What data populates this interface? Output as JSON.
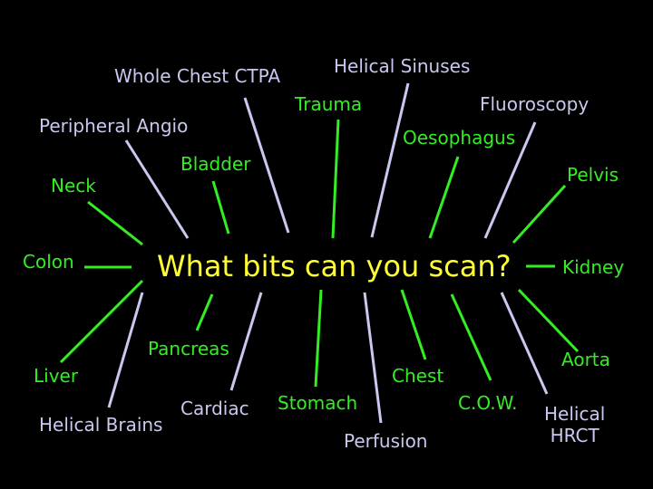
{
  "center_title": "What bits can you scan?",
  "colors": {
    "background": "#000000",
    "title": "#ffff33",
    "green": "#33ee22",
    "lavender": "#c8c8f0"
  },
  "labels": {
    "whole_chest_ctpa": "Whole Chest CTPA",
    "helical_sinuses": "Helical Sinuses",
    "trauma": "Trauma",
    "fluoroscopy": "Fluoroscopy",
    "peripheral_angio": "Peripheral Angio",
    "oesophagus": "Oesophagus",
    "bladder": "Bladder",
    "neck": "Neck",
    "pelvis": "Pelvis",
    "colon": "Colon",
    "kidney": "Kidney",
    "pancreas": "Pancreas",
    "liver": "Liver",
    "chest": "Chest",
    "aorta": "Aorta",
    "helical_brains": "Helical Brains",
    "cardiac": "Cardiac",
    "stomach": "Stomach",
    "cow": "C.O.W.",
    "helical_hrct_line1": "Helical",
    "helical_hrct_line2": "HRCT",
    "perfusion": "Perfusion"
  }
}
